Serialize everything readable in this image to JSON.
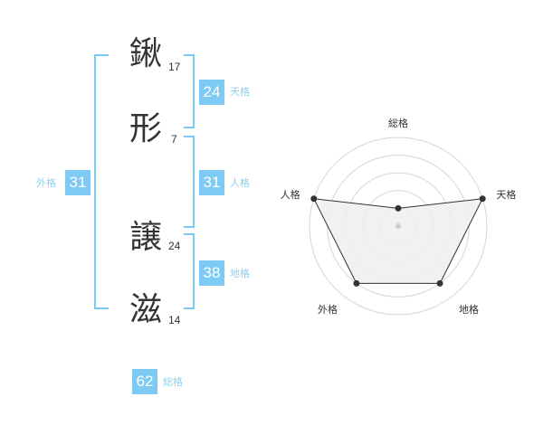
{
  "colors": {
    "accent": "#7dcbf4",
    "accent_text": "#8fcfef",
    "text": "#333333",
    "radar_fill": "#eeeeee",
    "radar_grid": "#d6d6d6",
    "radar_line": "#333333",
    "radar_center_dot": "#cccccc"
  },
  "name": {
    "chars": [
      {
        "char": "鍬",
        "strokes": "17"
      },
      {
        "char": "形",
        "strokes": "7"
      },
      {
        "char": "譲",
        "strokes": "24"
      },
      {
        "char": "滋",
        "strokes": "14"
      }
    ]
  },
  "fortune": {
    "tenkaku": {
      "value": "24",
      "label": "天格"
    },
    "jinkaku": {
      "value": "31",
      "label": "人格"
    },
    "chikaku": {
      "value": "38",
      "label": "地格"
    },
    "gaikaku": {
      "value": "31",
      "label": "外格"
    },
    "soukaku": {
      "value": "62",
      "label": "総格"
    }
  },
  "chart_data": {
    "type": "radar",
    "axes": [
      "総格",
      "天格",
      "地格",
      "外格",
      "人格"
    ],
    "rings": 5,
    "values": [
      1,
      5,
      4,
      4,
      5
    ],
    "max": 5
  }
}
